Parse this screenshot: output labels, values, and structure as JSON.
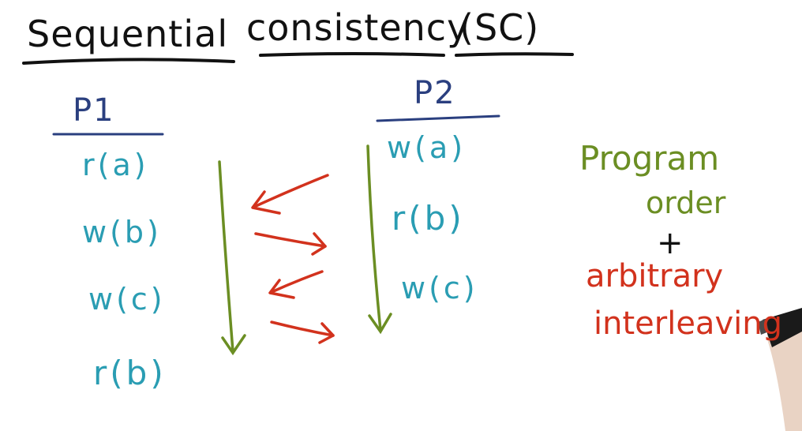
{
  "title": {
    "part1": "Sequential",
    "part2": "consistency",
    "part3": "(SC)"
  },
  "processors": {
    "p1": {
      "label": "P1",
      "ops": [
        "r(a)",
        "w(b)",
        "w(c)",
        "r(b)"
      ]
    },
    "p2": {
      "label": "P2",
      "ops": [
        "w(a)",
        "r(b)",
        "w(c)"
      ]
    }
  },
  "legend": {
    "program": "Program",
    "order": "order",
    "plus": "+",
    "arbitrary": "arbitrary",
    "interleaving": "interleaving"
  },
  "colors": {
    "title_ink": "#111111",
    "processor_ink": "#2a3f7f",
    "operation_ink": "#2a9db3",
    "program_order_ink": "#6b8e23",
    "interleaving_ink": "#d2321d"
  }
}
